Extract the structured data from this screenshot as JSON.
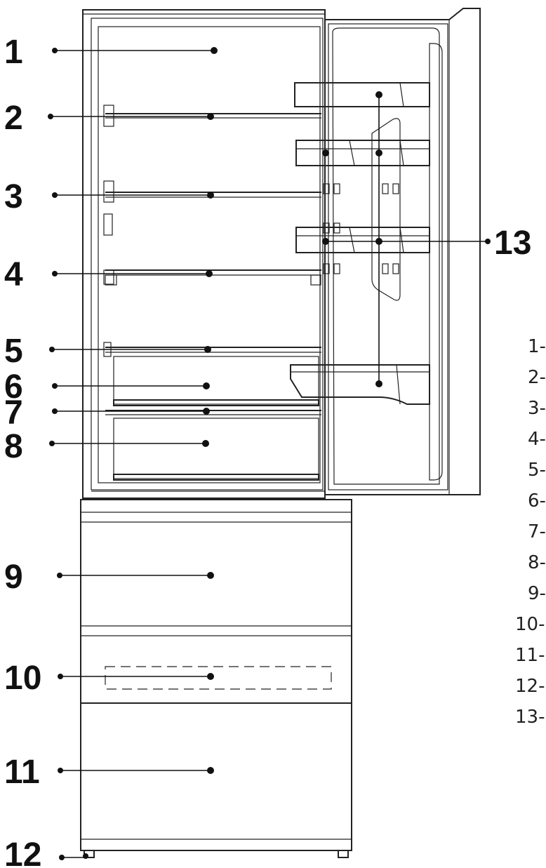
{
  "callouts": [
    {
      "label": "1"
    },
    {
      "label": "2"
    },
    {
      "label": "3"
    },
    {
      "label": "4"
    },
    {
      "label": "5"
    },
    {
      "label": "6"
    },
    {
      "label": "7"
    },
    {
      "label": "8"
    },
    {
      "label": "9"
    },
    {
      "label": "10"
    },
    {
      "label": "11"
    },
    {
      "label": "12"
    },
    {
      "label": "13"
    }
  ],
  "legend": [
    {
      "label": "1-"
    },
    {
      "label": "2-"
    },
    {
      "label": "3-"
    },
    {
      "label": "4-"
    },
    {
      "label": "5-"
    },
    {
      "label": "6-"
    },
    {
      "label": "7-"
    },
    {
      "label": "8-"
    },
    {
      "label": "9-"
    },
    {
      "label": "10-"
    },
    {
      "label": "11-"
    },
    {
      "label": "12-"
    },
    {
      "label": "13-"
    }
  ],
  "colors": {
    "ink": "#111111",
    "background": "#ffffff"
  }
}
